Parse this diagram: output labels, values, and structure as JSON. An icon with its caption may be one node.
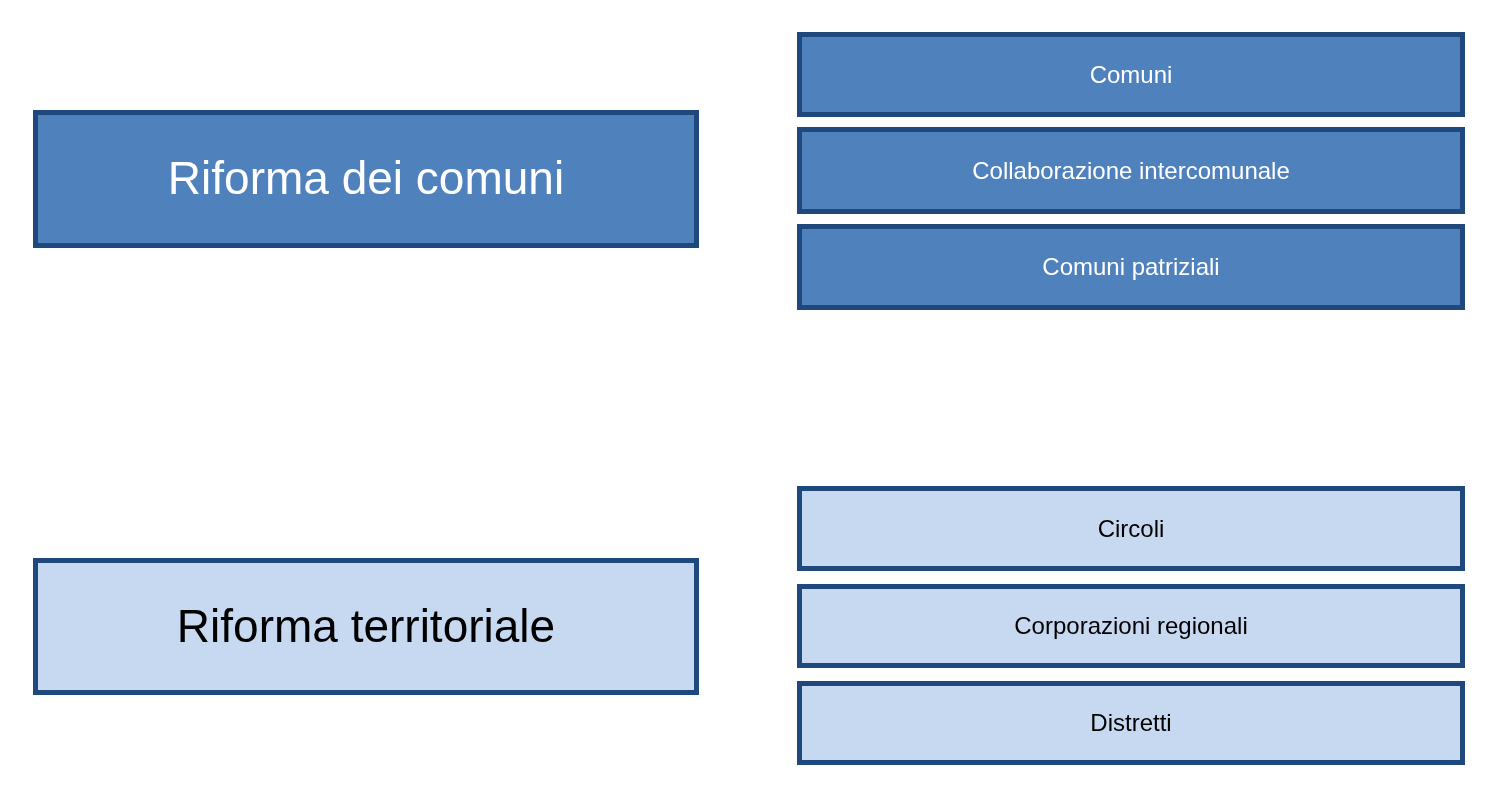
{
  "diagram": {
    "nodes": [
      {
        "text": [
          "Riforma dei comuni"
        ]
      },
      {
        "text": [
          "Comuni"
        ]
      },
      {
        "text": [
          "Collaborazione intercomunale"
        ]
      },
      {
        "text": [
          "Comuni patriziali"
        ]
      },
      {
        "text": [
          "Riforma territoriale"
        ]
      },
      {
        "text": [
          "Circoli"
        ]
      },
      {
        "text": [
          "Corporazioni regionali"
        ]
      },
      {
        "text": [
          "Distretti"
        ]
      }
    ]
  }
}
